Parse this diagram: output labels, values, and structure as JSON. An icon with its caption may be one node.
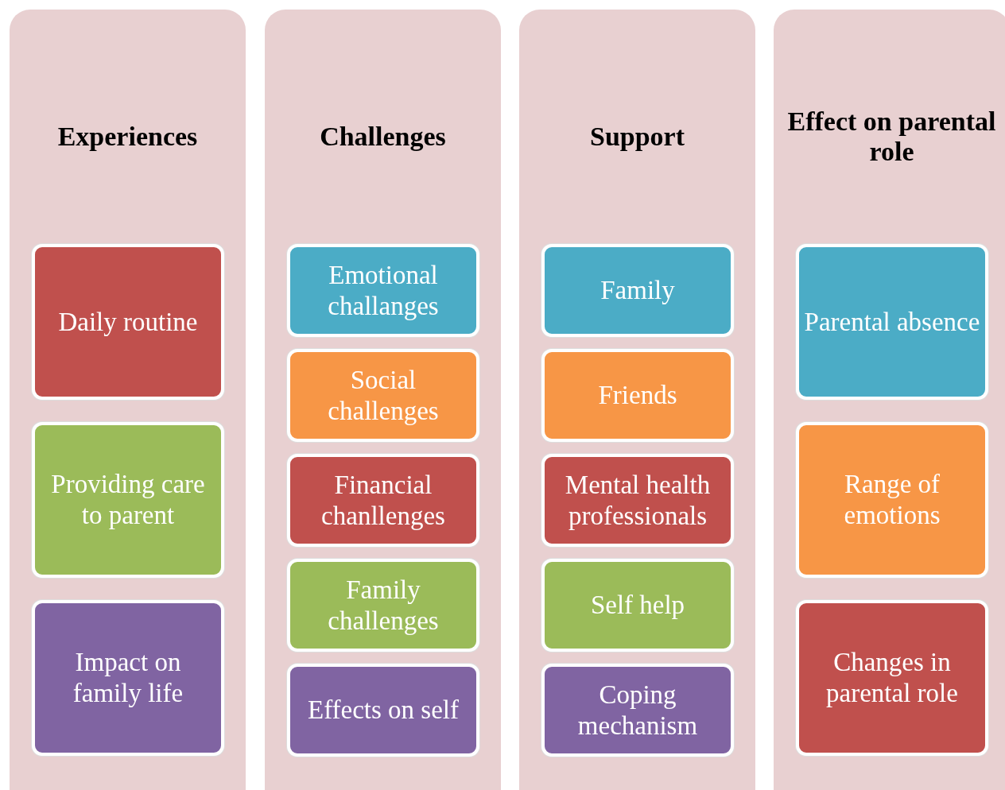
{
  "diagram": {
    "nodes": [
      {
        "text": [
          "Experiences"
        ]
      },
      {
        "text": [
          "Daily routine"
        ],
        "in": 0
      },
      {
        "text": [
          "Providing care to parent"
        ],
        "in": 0
      },
      {
        "text": [
          "Impact on family life"
        ],
        "in": 0
      },
      {
        "text": [
          "Challenges"
        ]
      },
      {
        "text": [
          "Emotional challanges"
        ],
        "in": 4
      },
      {
        "text": [
          "Social challenges"
        ],
        "in": 4
      },
      {
        "text": [
          "Financial chanllenges"
        ],
        "in": 4
      },
      {
        "text": [
          "Family challenges"
        ],
        "in": 4
      },
      {
        "text": [
          "Effects on self"
        ],
        "in": 4
      },
      {
        "text": [
          "Support"
        ]
      },
      {
        "text": [
          "Family"
        ],
        "in": 10
      },
      {
        "text": [
          "Friends"
        ],
        "in": 10
      },
      {
        "text": [
          "Mental health professionals"
        ],
        "in": 10
      },
      {
        "text": [
          "Self help"
        ],
        "in": 10
      },
      {
        "text": [
          "Coping mechanism"
        ],
        "in": 10
      },
      {
        "text": [
          "Effect on parental role"
        ]
      },
      {
        "text": [
          "Parental absence"
        ],
        "in": 16
      },
      {
        "text": [
          "Range of emotions"
        ],
        "in": 16
      },
      {
        "text": [
          "Changes in parental role"
        ],
        "in": 16
      }
    ]
  }
}
